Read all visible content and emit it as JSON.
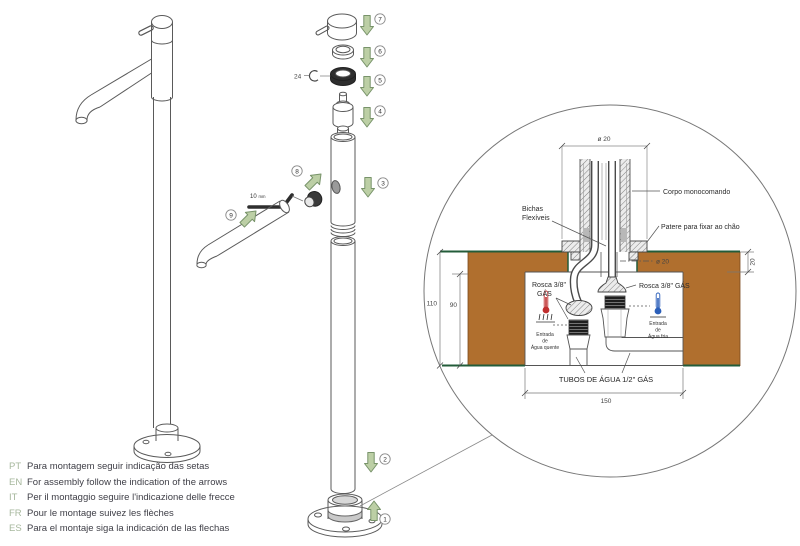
{
  "instructions": {
    "items": [
      {
        "code": "PT",
        "text": "Para montagem seguir indicação das setas"
      },
      {
        "code": "EN",
        "text": "For assembly follow the indication of the arrows"
      },
      {
        "code": "IT",
        "text": "Per il montaggio seguire l'indicazione delle frecce"
      },
      {
        "code": "FR",
        "text": "Pour le montage suivez les flèches"
      },
      {
        "code": "ES",
        "text": "Para el montaje siga la indicación de las flechas"
      }
    ]
  },
  "exploded": {
    "steps": [
      "1",
      "2",
      "3",
      "4",
      "5",
      "6",
      "7",
      "8",
      "9"
    ],
    "wrench_size": "24",
    "hex_key_size": "10",
    "hex_key_unit": "mm"
  },
  "detail": {
    "dim_diameter_top": "ø 20",
    "dim_diameter_inner": "ø 20",
    "dim_slab_thickness": "20",
    "dim_total_depth": "110",
    "dim_recess_depth": "90",
    "dim_recess_width": "150",
    "label_body": "Corpo monocomando",
    "label_hoses_line1": "Bichas",
    "label_hoses_line2": "Flexíveis",
    "label_plate": "Patere para fixar ao chão",
    "label_thread_left_line1": "Rosca 3/8\"",
    "label_thread_left_line2": "GÁS",
    "label_thread_right": "Rosca 3/8\" GÁS",
    "label_pipes": "TUBOS DE ÁGUA 1/2\" GÁS",
    "hot_inlet": {
      "line1": "Entrada",
      "line2": "de",
      "line3": "Água quente"
    },
    "cold_inlet": {
      "line1": "Entrada",
      "line2": "de",
      "line3": "Água fria"
    }
  },
  "colors": {
    "arrow_green": "#bccfa5",
    "arrow_outline": "#78936a",
    "floor_brown": "#b06f2e",
    "floor_edge_green": "#235c3a",
    "hot_red": "#c02f2f",
    "cold_blue": "#2b5fb9"
  }
}
